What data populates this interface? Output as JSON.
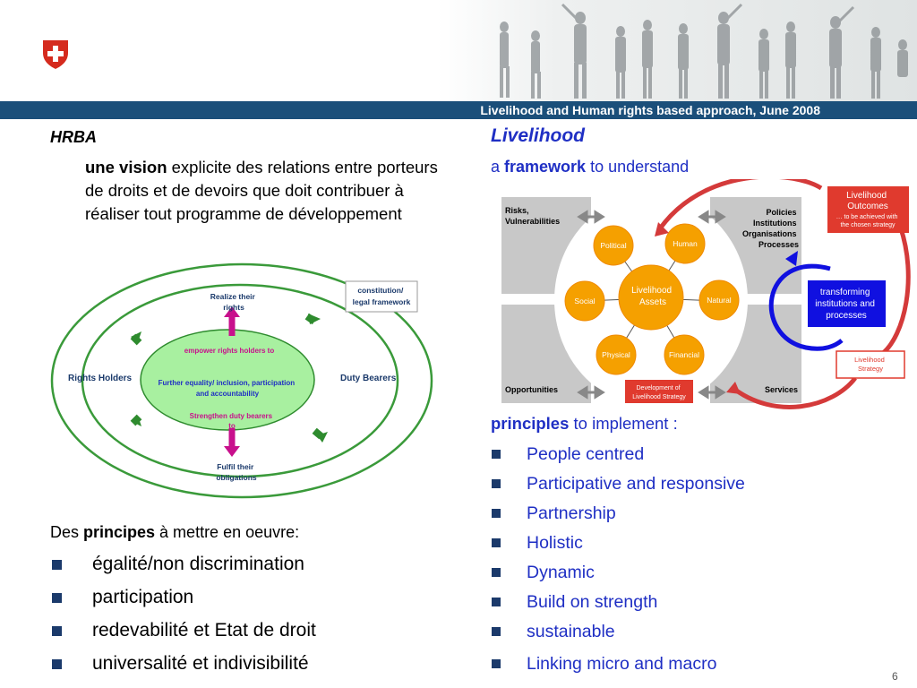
{
  "header": {
    "title_bar_text": "Livelihood and Human rights based approach, June 2008"
  },
  "left": {
    "heading": "HRBA",
    "vision_bold": "une vision",
    "vision_rest": " explicite des relations entre porteurs de droits et de devoirs que doit contribuer à réaliser tout programme de développement",
    "diagram": {
      "realize_rights": [
        "Realize their",
        "rights"
      ],
      "constitution": [
        "constitution/",
        "legal framework"
      ],
      "empower": "empower rights holders to",
      "further": [
        "Further equality/ inclusion, participation",
        "and accountability"
      ],
      "strengthen": [
        "Strengthen duty bearers",
        "to"
      ],
      "rights_holders": "Rights Holders",
      "duty_bearers": "Duty Bearers",
      "fulfil": [
        "Fulfil their",
        "obligations"
      ]
    },
    "principes_prefix": "Des ",
    "principes_bold": "principes",
    "principes_suffix": " à mettre en oeuvre:",
    "principes_items": [
      "égalité/non discrimination",
      "participation",
      "redevabilité et Etat de droit",
      "universalité et indivisibilité"
    ]
  },
  "right": {
    "title": "Livelihood",
    "framework_prefix": "a ",
    "framework_bold": "framework",
    "framework_suffix": " to understand",
    "diagram": {
      "risks": [
        "Risks,",
        "Vulnerabilities"
      ],
      "policies": [
        "Policies",
        "Institutions",
        "Organisations",
        "Processes"
      ],
      "opportunities": "Opportunities",
      "services": "Services",
      "assets_center": [
        "Livelihood",
        "Assets"
      ],
      "political": "Political",
      "human": "Human",
      "social": "Social",
      "natural": "Natural",
      "physical": "Physical",
      "financial": "Financial",
      "development_strategy": [
        "Development of",
        "Livelihood Strategy"
      ],
      "outcomes": [
        "Livelihood",
        "Outcomes"
      ],
      "outcomes_sub": [
        "… to be achieved with",
        "the chosen strategy"
      ],
      "transforming": [
        "transforming",
        "institutions and",
        "processes"
      ],
      "strategy": [
        "Livelihood",
        "Strategy"
      ]
    },
    "principles_bold": "principles",
    "principles_suffix": " to implement :",
    "principles_items": [
      "People centred",
      "Participative and responsive",
      "Partnership",
      "Holistic",
      "Dynamic",
      "Build on strength",
      "sustainable",
      "Linking micro and macro"
    ]
  },
  "footer": {
    "page_number": "6"
  }
}
